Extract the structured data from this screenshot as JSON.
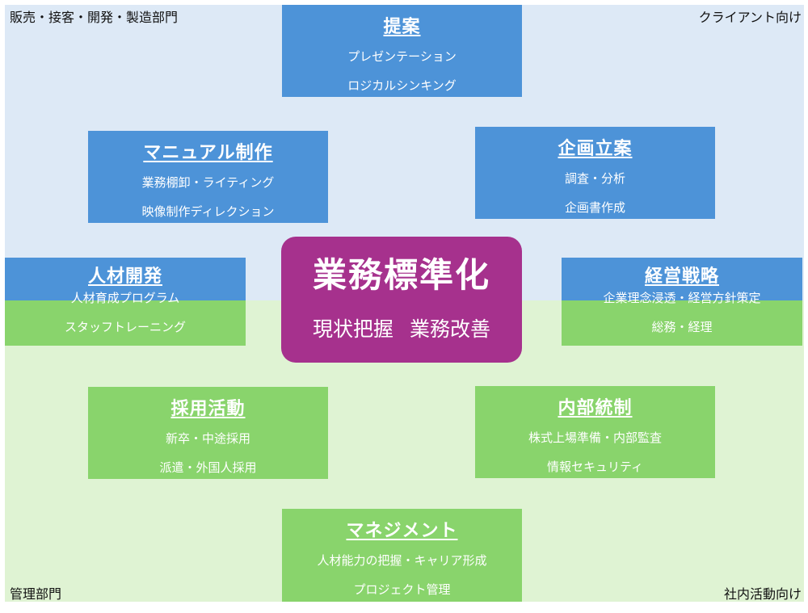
{
  "corners": {
    "top_left": "販売・接客・開発・製造部門",
    "top_right": "クライアント向け",
    "bottom_left": "管理部門",
    "bottom_right": "社内活動向け"
  },
  "center": {
    "title": "業務標準化",
    "items": [
      "現状把握",
      "業務改善"
    ]
  },
  "boxes": {
    "teian": {
      "title": "提案",
      "items": [
        "プレゼンテーション",
        "ロジカルシンキング"
      ]
    },
    "manual": {
      "title": "マニュアル制作",
      "items": [
        "業務棚卸・ライティング",
        "映像制作ディレクション"
      ]
    },
    "kikaku": {
      "title": "企画立案",
      "items": [
        "調査・分析",
        "企画書作成"
      ]
    },
    "jinzai": {
      "title": "人材開発",
      "items": [
        "人材育成プログラム",
        "スタッフトレーニング"
      ]
    },
    "keiei": {
      "title": "経営戦略",
      "items": [
        "企業理念浸透・経営方針策定",
        "総務・経理"
      ]
    },
    "saiyou": {
      "title": "採用活動",
      "items": [
        "新卒・中途採用",
        "派遣・外国人採用"
      ]
    },
    "naibu": {
      "title": "内部統制",
      "items": [
        "株式上場準備・内部監査",
        "情報セキュリティ"
      ]
    },
    "management": {
      "title": "マネジメント",
      "items": [
        "人材能力の把握・キャリア形成",
        "プロジェクト管理"
      ]
    }
  },
  "colors": {
    "client_bg": "#dde9f6",
    "internal_bg": "#dff3d3",
    "client_box": "#4d93d8",
    "internal_box": "#89d46c",
    "center": "#a6318d"
  }
}
